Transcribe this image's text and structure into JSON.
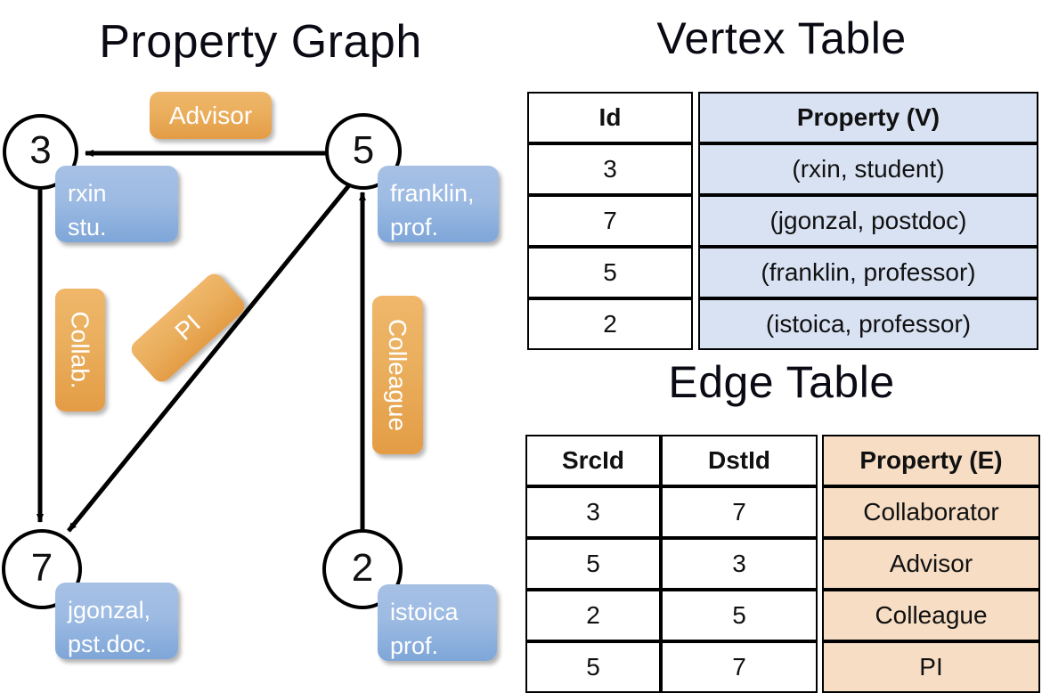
{
  "panels": {
    "graph_title": "Property Graph",
    "vertex_title": "Vertex Table",
    "edge_title": "Edge Table"
  },
  "colors": {
    "vertex_box_fill": "#9dbbe3",
    "edge_box_fill": "#eab05f",
    "vertex_table_property_fill": "#d9e2f3",
    "edge_table_property_fill": "#f6ddc4",
    "stroke": "#000000",
    "background": "#ffffff"
  },
  "graph": {
    "nodes": [
      {
        "id": "3",
        "property_lines": [
          "rxin",
          "stu."
        ]
      },
      {
        "id": "5",
        "property_lines": [
          "franklin,",
          "prof."
        ]
      },
      {
        "id": "7",
        "property_lines": [
          "jgonzal,",
          "pst.doc."
        ]
      },
      {
        "id": "2",
        "property_lines": [
          "istoica",
          "prof."
        ]
      }
    ],
    "edge_labels": [
      {
        "label": "Advisor",
        "from": "5",
        "to": "3",
        "orientation": "horizontal"
      },
      {
        "label": "Collab.",
        "from": "3",
        "to": "7",
        "orientation": "vertical"
      },
      {
        "label": "PI",
        "from": "5",
        "to": "7",
        "orientation": "diagonal"
      },
      {
        "label": "Colleague",
        "from": "2",
        "to": "5",
        "orientation": "vertical"
      }
    ]
  },
  "vertex_table": {
    "headers": [
      "Id",
      "Property (V)"
    ],
    "rows": [
      {
        "id": "3",
        "property": "(rxin, student)"
      },
      {
        "id": "7",
        "property": "(jgonzal, postdoc)"
      },
      {
        "id": "5",
        "property": "(franklin, professor)"
      },
      {
        "id": "2",
        "property": "(istoica, professor)"
      }
    ]
  },
  "edge_table": {
    "headers": [
      "SrcId",
      "DstId",
      "Property (E)"
    ],
    "rows": [
      {
        "src": "3",
        "dst": "7",
        "property": "Collaborator"
      },
      {
        "src": "5",
        "dst": "3",
        "property": "Advisor"
      },
      {
        "src": "2",
        "dst": "5",
        "property": "Colleague"
      },
      {
        "src": "5",
        "dst": "7",
        "property": "PI"
      }
    ]
  }
}
